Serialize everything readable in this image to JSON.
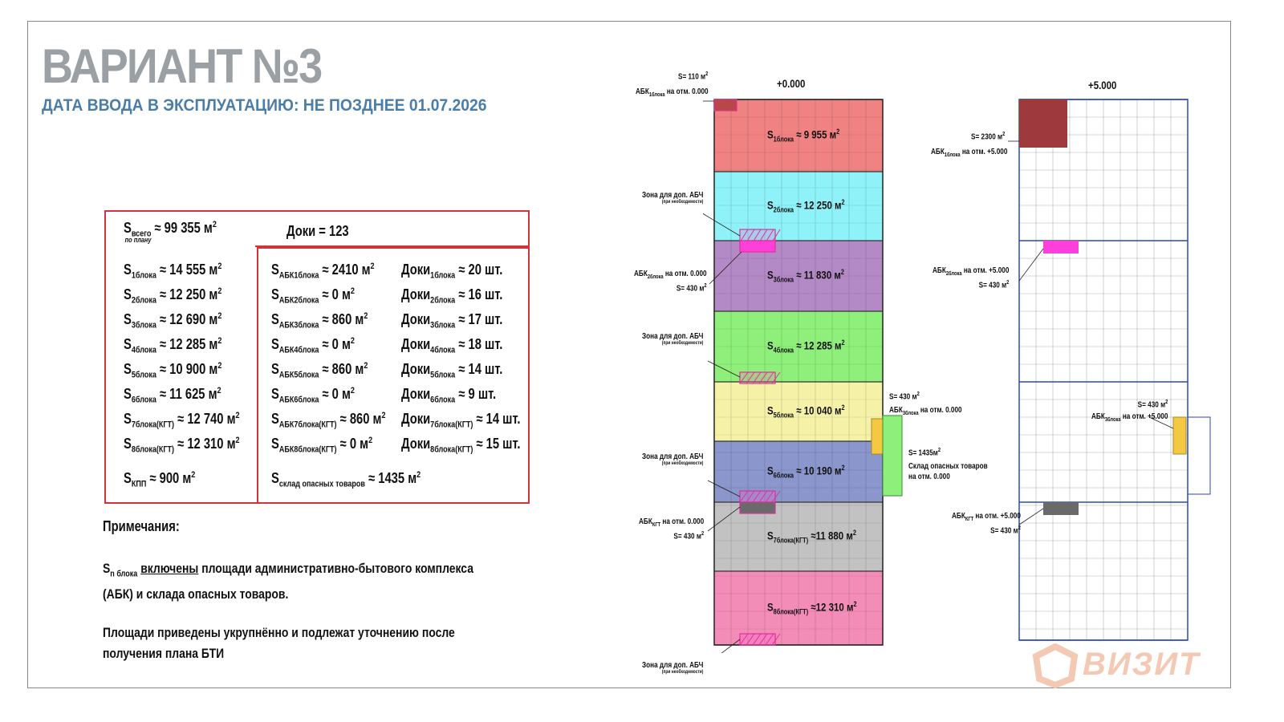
{
  "header": {
    "title": "ВАРИАНТ №3",
    "subtitle": "ДАТА ВВОДА В ЭКСПЛУАТАЦИЮ: НЕ ПОЗДНЕЕ 01.07.2026"
  },
  "summary": {
    "total_label": "S",
    "total_sub": "всего",
    "total_value": "≈ 99 355 м",
    "total_note": "по плану",
    "docks_total": "Доки  = 123",
    "blocks": [
      {
        "sub": "1блока",
        "value": "≈ 14 555 м"
      },
      {
        "sub": "2блока",
        "value": "≈ 12 250 м"
      },
      {
        "sub": "3блока",
        "value": "≈ 12 690 м"
      },
      {
        "sub": "4блока",
        "value": "≈ 12 285 м"
      },
      {
        "sub": "5блока",
        "value": "≈ 10 900 м"
      },
      {
        "sub": "6блока",
        "value": "≈ 11 625 м"
      },
      {
        "sub": "7блока(КГТ)",
        "value": "≈ 12 740 м"
      },
      {
        "sub": "8блока(КГТ)",
        "value": "≈ 12 310 м"
      }
    ],
    "kpp": {
      "sub": "КПП",
      "value": "≈ 900 м"
    },
    "abk": [
      {
        "sub": "АБК1блока",
        "value": "≈ 2410 м"
      },
      {
        "sub": "АБК2блока",
        "value": "≈ 0 м"
      },
      {
        "sub": "АБК3блока",
        "value": "≈ 860 м"
      },
      {
        "sub": "АБК4блока",
        "value": "≈ 0 м"
      },
      {
        "sub": "АБК5блока",
        "value": "≈ 860 м"
      },
      {
        "sub": "АБК6блока",
        "value": "≈ 0 м"
      },
      {
        "sub": "АБК7блока(КГТ)",
        "value": "≈ 860 м"
      },
      {
        "sub": "АБК8блока(КГТ)",
        "value": "≈ 0 м"
      }
    ],
    "docks": [
      {
        "sub": "1блока",
        "value": "≈ 20 шт."
      },
      {
        "sub": "2блока",
        "value": "≈ 16 шт."
      },
      {
        "sub": "3блока",
        "value": "≈ 17 шт."
      },
      {
        "sub": "4блока",
        "value": "≈ 18 шт."
      },
      {
        "sub": "5блока",
        "value": "≈ 14 шт."
      },
      {
        "sub": "6блока",
        "value": "≈ 9 шт."
      },
      {
        "sub": "7блока(КГТ)",
        "value": "≈ 14 шт."
      },
      {
        "sub": "8блока(КГТ)",
        "value": "≈ 15 шт."
      }
    ],
    "dangerous": {
      "sub": "склад опасных товаров",
      "value": "≈ 1435 м"
    },
    "sup": "2",
    "dock_word": "Доки",
    "s_letter": "S"
  },
  "notes": {
    "heading": "Примечания:",
    "n1_s": "S",
    "n1_sub": "n блока",
    "n1_u": "включены",
    "n1_rest1": " площади административно-бытового комплекса",
    "n1_rest2": "(АБК) и склада опасных товаров.",
    "n2_line1": "Площади приведены укрупнённо и подлежат уточнению после",
    "n2_line2": "получения плана БТИ"
  },
  "plan_left": {
    "level": "+0.000",
    "blocks": [
      {
        "sub": "1блока",
        "value": "≈ 9 955 м",
        "color": "#f08282"
      },
      {
        "sub": "2блока",
        "value": "≈ 12 250 м",
        "color": "#8ef2f8"
      },
      {
        "sub": "3блока",
        "value": "≈ 11 830 м",
        "color": "#b48ac6"
      },
      {
        "sub": "4блока",
        "value": "≈ 12 285 м",
        "color": "#8ef07a"
      },
      {
        "sub": "5блока",
        "value": "≈ 10 040 м",
        "color": "#f5f2a8"
      },
      {
        "sub": "6блока",
        "value": "≈ 10 190 м",
        "color": "#8a96cc"
      },
      {
        "sub": "7блока(КГТ)",
        "value": "≈11 880 м",
        "color": "#c2c2c2"
      },
      {
        "sub": "8блока(КГТ)",
        "value": "≈12 310 м",
        "color": "#f48cb8"
      }
    ],
    "labels": {
      "s110": "S= 110 м",
      "abk1": "АБК",
      "abk1_sub": "1блока",
      "abk1_rest": " на отм. 0.000",
      "zone": "Зона для доп. АБЧ",
      "zone_note": "(при необходимости)",
      "abk2": "АБК",
      "abk2_sub": "2блока",
      "abk2_rest": " на отм. 0.000",
      "s430": "S= 430 м",
      "abk3": "АБК",
      "abk3_sub": "3блока",
      "abk3_rest": " на отм. 0.000",
      "sklad_s": "S= 1435м",
      "sklad_1": "Склад опасных товаров",
      "sklad_2": "на отм. 0.000",
      "abk_kgt": "АБК",
      "abk_kgt_sub": "КГТ",
      "abk_kgt_rest": " на отм. 0.000"
    }
  },
  "plan_right": {
    "level": "+5.000",
    "labels": {
      "s2300": "S= 2300 м",
      "abk1": "АБК",
      "abk1_sub": "1блока",
      "abk1_rest": " на отм. +5.000",
      "abk2": "АБК",
      "abk2_sub": "2блока",
      "abk2_rest": " на отм. +5.000",
      "s430": "S= 430 м",
      "abk3": "АБК",
      "abk3_sub": "3блока",
      "abk3_rest": " на отм. +5.000",
      "abk_kgt": "АБК",
      "abk_kgt_sub": "КГТ",
      "abk_kgt_rest": " на отм. +5.000"
    }
  },
  "logo": {
    "text": "ВИЗИТ",
    "color": "#f3c9b4"
  }
}
